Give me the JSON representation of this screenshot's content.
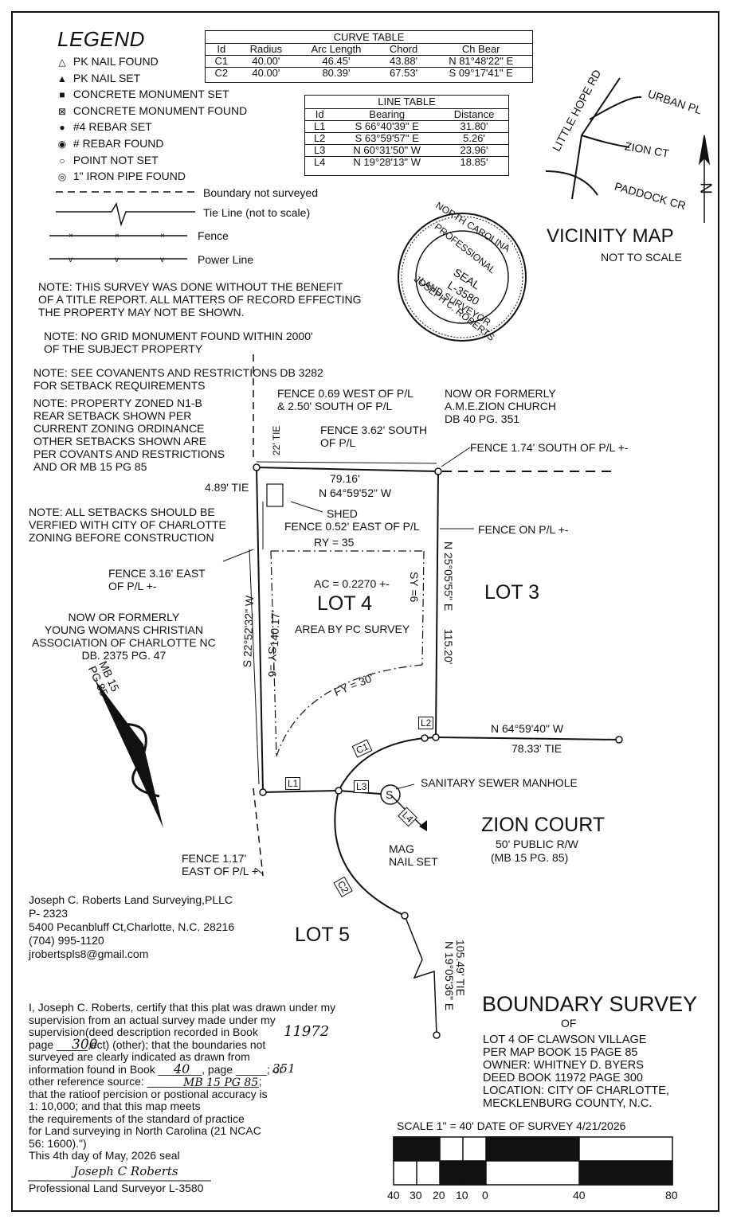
{
  "legend": {
    "title": "LEGEND",
    "items": [
      {
        "symbol": "△",
        "label": "PK NAIL FOUND"
      },
      {
        "symbol": "▲",
        "label": "PK NAIL SET"
      },
      {
        "symbol": "■",
        "label": "CONCRETE MONUMENT SET"
      },
      {
        "symbol": "⊠",
        "label": "CONCRETE MONUMENT FOUND"
      },
      {
        "symbol": "●",
        "label": "#4 REBAR SET"
      },
      {
        "symbol": "◉",
        "label": "# REBAR FOUND"
      },
      {
        "symbol": "○",
        "label": "POINT NOT SET"
      },
      {
        "symbol": "◎",
        "label": "1\" IRON PIPE FOUND"
      }
    ],
    "lines": {
      "boundary": "Boundary not surveyed",
      "tie": "Tie Line (not to scale)",
      "fence": "Fence",
      "power": "Power Line"
    }
  },
  "curve_table": {
    "title": "CURVE TABLE",
    "headers": [
      "Id",
      "Radius",
      "Arc Length",
      "Chord",
      "Ch Bear"
    ],
    "rows": [
      [
        "C1",
        "40.00'",
        "46.45'",
        "43.88'",
        "N 81°48'22\" E"
      ],
      [
        "C2",
        "40.00'",
        "80.39'",
        "67.53'",
        "S 09°17'41\" E"
      ]
    ]
  },
  "line_table": {
    "title": "LINE TABLE",
    "headers": [
      "Id",
      "Bearing",
      "Distance"
    ],
    "rows": [
      [
        "L1",
        "S 66°40'39\" E",
        "31.80'"
      ],
      [
        "L2",
        "S 63°59'57\" E",
        "5.26'"
      ],
      [
        "L3",
        "N 60°31'50\" W",
        "23.96'"
      ],
      [
        "L4",
        "N 19°28'13\" W",
        "18.85'"
      ]
    ]
  },
  "vicinity": {
    "title": "VICINITY MAP",
    "subtitle": "NOT TO SCALE",
    "roads": [
      "URBAN PL",
      "LITTLE HOPE RD",
      "ZION CT",
      "PADDOCK CR"
    ],
    "north": "N"
  },
  "seal": {
    "top": "NORTH CAROLINA",
    "prof": "PROFESSIONAL",
    "seal": "SEAL",
    "number": "L-3580",
    "bottom": "LAND SURVEYOR",
    "name": "JOSEPH C. ROBERTS"
  },
  "notes": {
    "title_report": [
      "NOTE: THIS SURVEY WAS DONE WITHOUT THE BENEFIT",
      "OF A TITLE REPORT. ALL MATTERS OF RECORD EFFECTING",
      "THE PROPERTY MAY NOT BE SHOWN."
    ],
    "grid": [
      "NOTE: NO GRID MONUMENT FOUND WITHIN 2000'",
      "OF THE SUBJECT PROPERTY"
    ],
    "covenants": [
      "NOTE: SEE COVANENTS AND RESTRICTIONS DB 3282",
      "FOR SETBACK REQUIREMENTS"
    ],
    "zoning": [
      "NOTE: PROPERTY ZONED N1-B",
      "REAR SETBACK SHOWN PER",
      "CURRENT ZONING ORDINANCE",
      "OTHER SETBACKS SHOWN ARE",
      "PER COVANTS AND RESTRICTIONS",
      "AND OR MB 15 PG 85"
    ],
    "setbacks": [
      "NOTE: ALL SETBACKS SHOULD BE",
      "VERFIED WITH CITY OF CHARLOTTE",
      "ZONING BEFORE CONSTRUCTION"
    ]
  },
  "plat": {
    "fence_west_top": [
      "FENCE 0.69 WEST OF P/L",
      "& 2.50' SOUTH OF P/L"
    ],
    "fence_south_362": [
      "FENCE 3.62' SOUTH",
      "OF P/L"
    ],
    "fence_south_174": "FENCE 1.74' SOUTH OF P/L +-",
    "church": [
      "NOW OR FORMERLY",
      "A.M.E.ZION CHURCH",
      "DB 40 PG. 351"
    ],
    "tie_22": "22' TIE",
    "tie_489": "4.89' TIE",
    "top_dist": "79.16'",
    "top_bearing": "N 64°59'52\" W",
    "shed": "SHED",
    "fence_052": "FENCE 0.52' EAST OF P/L",
    "fence_on": "FENCE ON P/L +-",
    "ry": "RY = 35",
    "fence_316": [
      "FENCE 3.16' EAST",
      "OF P/L +-"
    ],
    "ac": "AC = 0.2270 +-",
    "lot4": "LOT 4",
    "area": "AREA BY PC SURVEY",
    "sy": "SY =6",
    "lot3": "LOT 3",
    "east_bearing": "N 25°05'55\" E",
    "east_dist": "115.20'",
    "west_bearing": "S 22°52'32\" W",
    "west_dist": "140.17'",
    "ywca": [
      "NOW OR FORMERLY",
      "YOUNG WOMANS CHRISTIAN",
      "ASSOCIATION OF CHARLOTTE NC",
      "DB. 2375 PG. 47"
    ],
    "fy": "FY = 30'",
    "mb": [
      "MB 15",
      "PG 85"
    ],
    "l2_bearing": "N 64°59'40\" W",
    "l2_tie": "78.33' TIE",
    "c1": "C1",
    "c2": "C2",
    "l1": "L1",
    "l2": "L2",
    "l3": "L3",
    "l4": "L4",
    "manhole": "SANITARY SEWER MANHOLE",
    "manhole_s": "S",
    "zion": "ZION COURT",
    "row": "50' PUBLIC R/W",
    "row_ref": "(MB 15 PG. 85)",
    "mag": [
      "MAG",
      "NAIL SET"
    ],
    "fence_117": [
      "FENCE 1.17'",
      "EAST OF P/L +"
    ],
    "lot5": "LOT 5",
    "tie_105": "105.49' TIE",
    "tie_105_bearing": "N 19°05'36\" E"
  },
  "surveyor": {
    "name": "Joseph C. Roberts Land Surveying,PLLC",
    "license": "P- 2323",
    "address": "5400 Pecanbluff Ct,Charlotte, N.C. 28216",
    "phone": "(704) 995-1120",
    "email": "jrobertspls8@gmail.com"
  },
  "certification": {
    "lines": [
      "I, Joseph C. Roberts, certify that this plat was drawn under my",
      "supervision from an actual survey made under my",
      "supervision(deed description recorded in Book",
      "page _____,ect) (other); that the boundaries not",
      "surveyed are clearly indicated as drawn from",
      "information found in Book _______, page _____; or",
      "other reference source: __________________;",
      "that the ratioof percision or postional accuracy is",
      "1: 10,000; and that this map meets",
      "the requirements of the standard of practice",
      "for Land surveying in North Carolina (21 NCAC",
      "56: 1600).\")",
      "This 4th day of May, 2026 seal"
    ],
    "hand_book": "11972",
    "hand_page": "300",
    "hand_book2": "40",
    "hand_page2": "351",
    "hand_ref": "MB 15 PG 85",
    "signature": "Joseph C Roberts",
    "footer": "Professional Land Surveyor L-3580"
  },
  "title_block": {
    "title": "BOUNDARY SURVEY",
    "of": "OF",
    "lines": [
      "LOT 4 OF CLAWSON VILLAGE",
      "PER MAP BOOK 15 PAGE 85",
      "OWNER: WHITNEY D. BYERS",
      "DEED BOOK 11972 PAGE 300",
      "LOCATION: CITY OF CHARLOTTE,",
      "MECKLENBURG COUNTY, N.C."
    ]
  },
  "scale": {
    "label": "SCALE 1\" = 40' DATE OF SURVEY 4/21/2026",
    "ticks": [
      "40",
      "30",
      "20",
      "10",
      "0",
      "40",
      "80"
    ]
  }
}
